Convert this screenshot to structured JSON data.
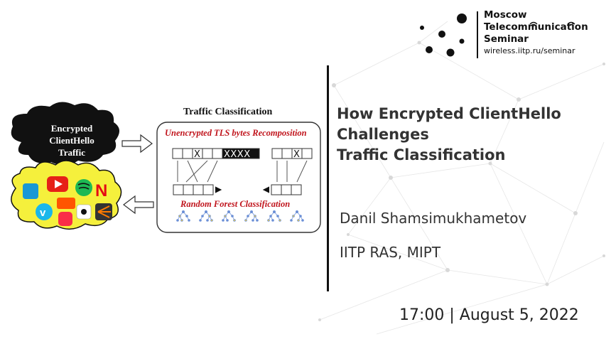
{
  "org": {
    "line1": "Moscow",
    "line2": "Telecommunication",
    "line3": "Seminar",
    "url": "wireless.iitp.ru/seminar"
  },
  "talk": {
    "title_line1": "How Encrypted ClientHello",
    "title_line2": "Challenges",
    "title_line3": "Traffic Classification",
    "author": "Danil Shamsimukhametov",
    "affiliation": "IITP RAS, MIPT",
    "datetime": "17:00 | August 5, 2022"
  },
  "diagram": {
    "cloud_line1": "Encrypted",
    "cloud_line2": "ClientHello",
    "cloud_line3": "Traffic",
    "panel_title": "Traffic Classification",
    "tls_label": "Unencrypted TLS bytes Recomposition",
    "rf_label": "Random Forest Classification",
    "mark_x": "X",
    "mark_xxxx": "XXXX",
    "app_icons": [
      "prime-video",
      "youtube",
      "spotify",
      "netflix",
      "soundcloud",
      "vimeo",
      "apple-music",
      "tiktok",
      "other-app"
    ],
    "accent_red": "#c0141c",
    "cloud_yellow": "#f5f03c"
  }
}
